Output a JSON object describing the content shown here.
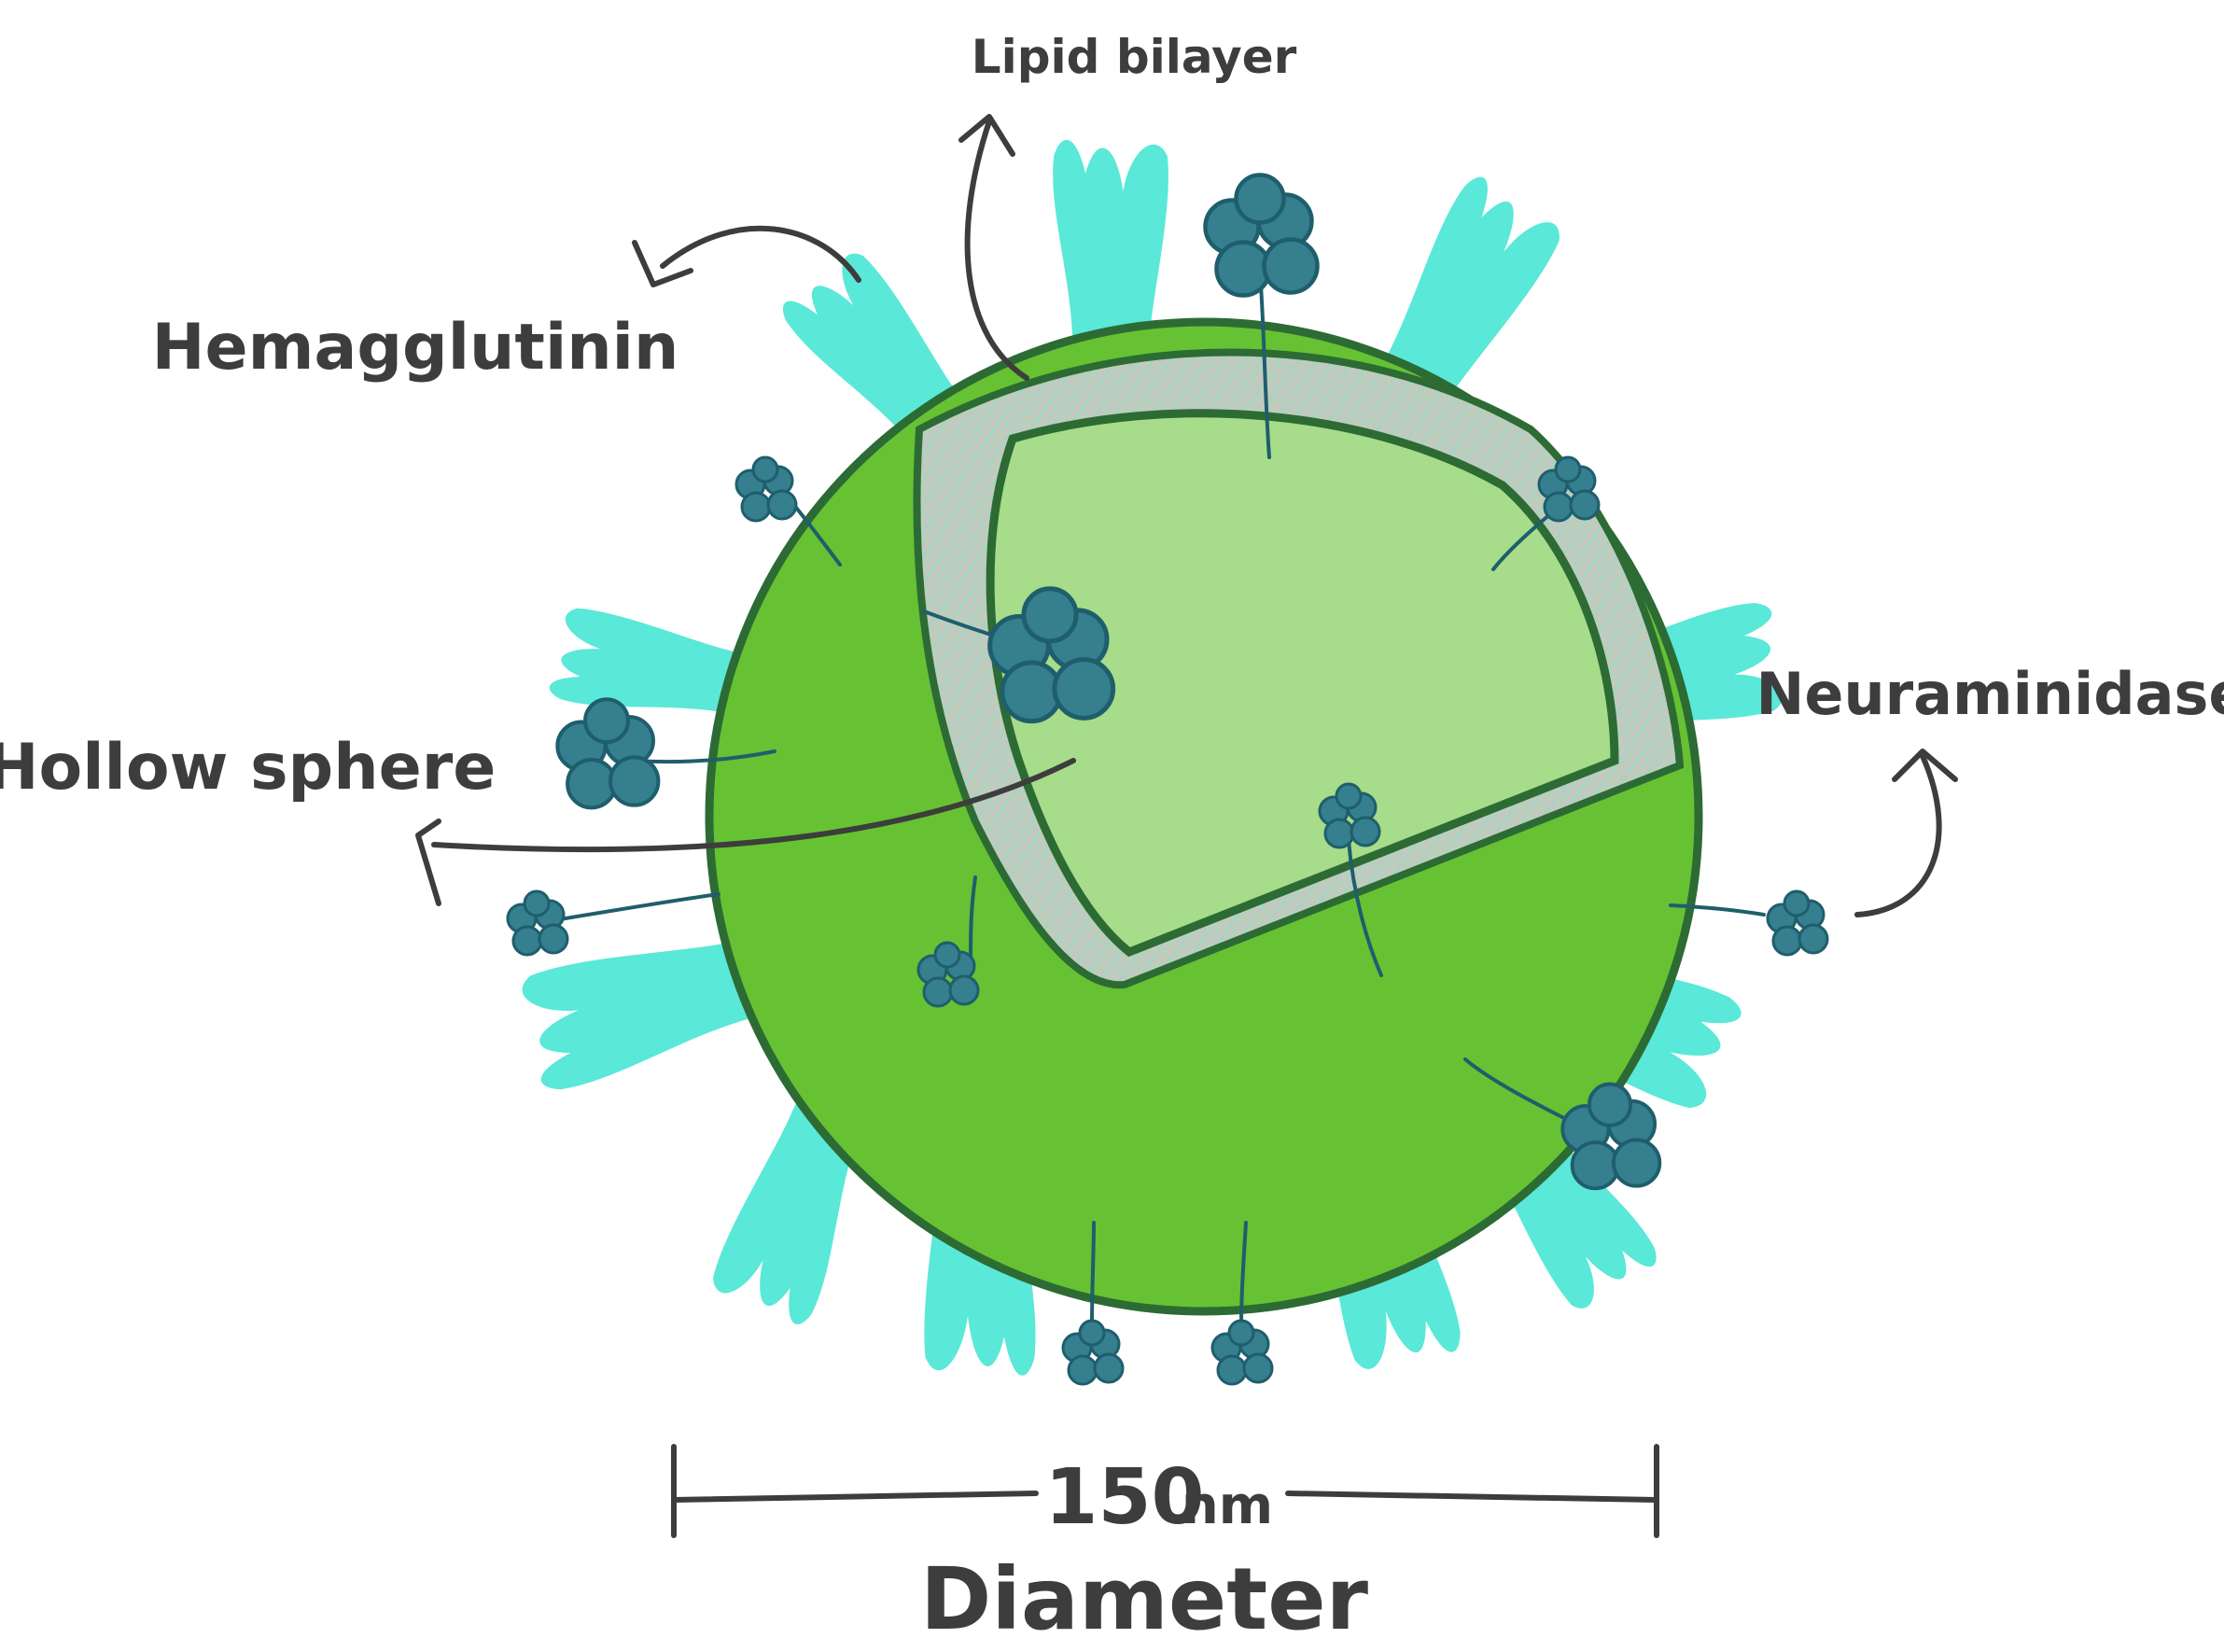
{
  "labels": {
    "lipid_bilayer": "Lipid bilayer",
    "hemagglutinin": "Hemagglutinin",
    "hollow_sphere": "Hollow sphere",
    "neuraminidase": "Neuraminidase",
    "scale_value": "150",
    "scale_unit": "nm",
    "diameter": "Diameter"
  },
  "colors": {
    "envelope_outer": "#66c232",
    "envelope_inner": "#a6dc8a",
    "outline": "#2d6b34",
    "bilayer": "#c4c9c0",
    "hemagglutinin_spike": "#5ae8d8",
    "neuraminidase_head": "#357f8f",
    "text": "#3d3d3d"
  }
}
